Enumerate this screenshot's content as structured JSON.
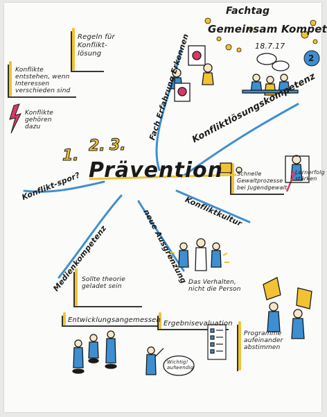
{
  "header": {
    "fachtag": "Fachtag",
    "title": "Gemeinsam Kompetent?",
    "date": "18.7.17",
    "page_number": "2"
  },
  "center": {
    "title": "Prävention",
    "numbers": [
      "1.",
      "2.",
      "3."
    ]
  },
  "branches": {
    "fach_erfahrung": "Fach Erfahrung Erkennen",
    "konfliktloesung": "Konfliktlösungskompetenz",
    "konflikt_spor": "Konflikt-spor?",
    "konfliktkultur": "Konfliktkultur",
    "medienkompetenz": "Medienkompetenz",
    "neue_ausgrenzung": "neue Ausgrenzung"
  },
  "notes": {
    "regeln": "Regeln für Konflikt-lösung",
    "konflikte_entstehen": "Konflikte entstehen, wenn Interessen verschieden sind",
    "konflikte_gehoeren": "Konflikte gehören dazu",
    "schnelle": "Schnelle Gewaltprozesse bei Jugendgewalt",
    "lernerfolg": "Lernerfolg stärken",
    "sollte": "Sollte theorie geladet sein",
    "das_verhalten": "Das Verhalten, nicht die Person",
    "entwicklung": "Entwicklungsangemessen",
    "ergebnisevaluation": "Ergebnisevaluation",
    "programme": "Programme aufeinander abstimmen",
    "wichtig": "Wichtig! aufwendig"
  },
  "colors": {
    "yellow": "#f1c232",
    "blue": "#3d8fd1",
    "red": "#d83a64",
    "ink": "#1a1a1a",
    "paper": "#fbfbfa"
  }
}
